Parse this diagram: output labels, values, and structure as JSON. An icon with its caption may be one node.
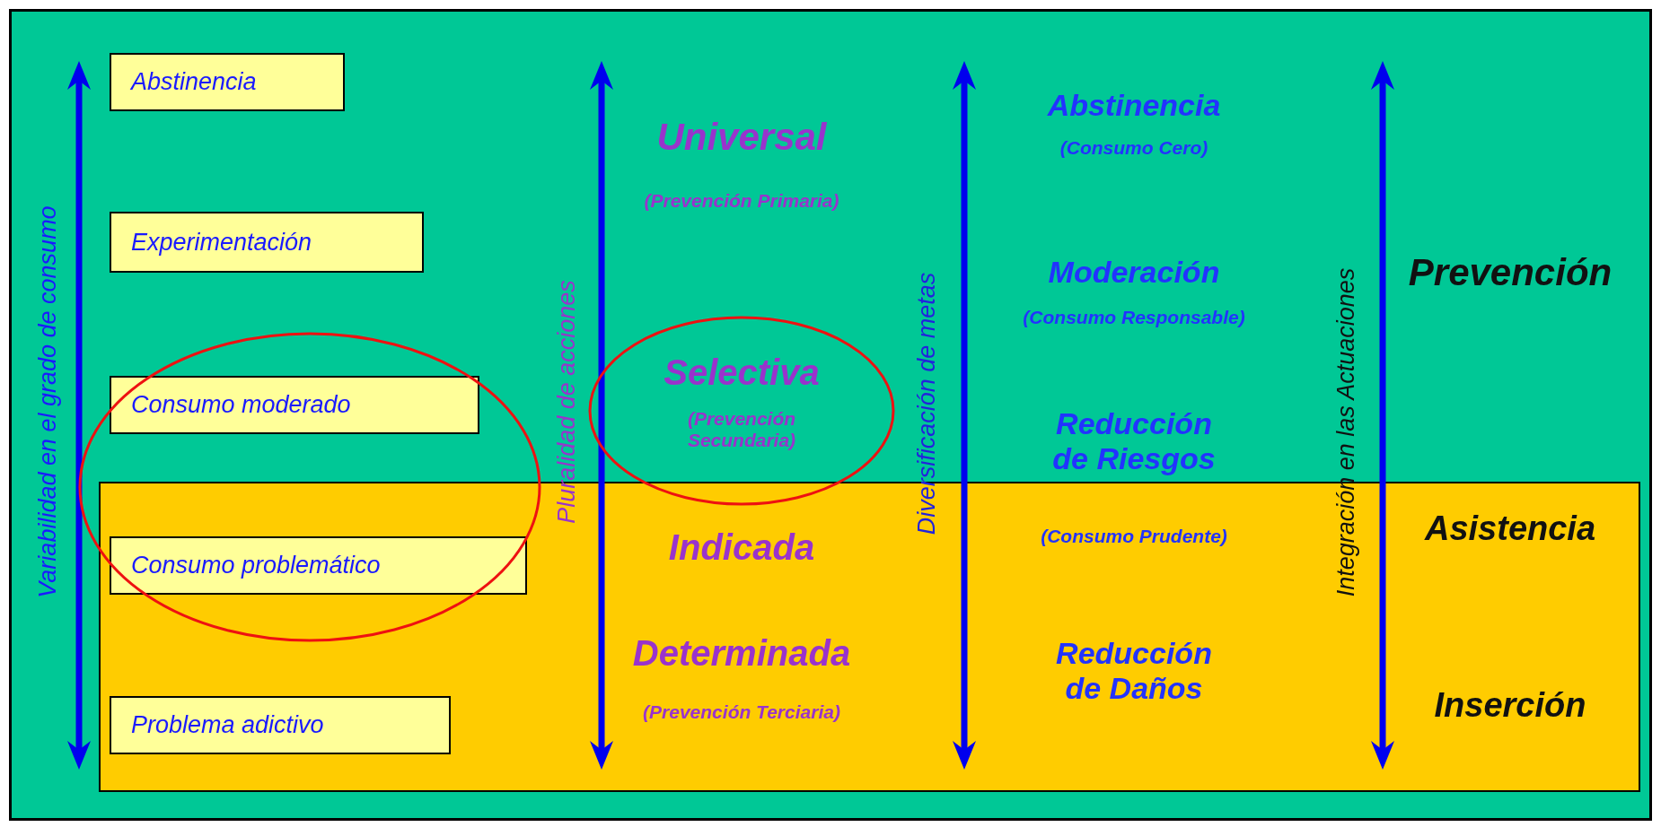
{
  "diagram": {
    "nodes": [
      {
        "text": [
          "Abstinencia"
        ]
      },
      {
        "text": [
          "Experimentación"
        ]
      },
      {
        "text": [
          "Consumo moderado"
        ]
      },
      {
        "text": [
          "Consumo problemático"
        ]
      },
      {
        "text": [
          "Problema adictivo"
        ]
      }
    ],
    "labels": [
      "Variabilidad en el grado de consumo",
      "Universal",
      "(Prevención Primaria)",
      "Selectiva",
      "(Prevención Secundaria)",
      "Indicada",
      "Determinada",
      "(Prevención Terciaria)",
      "Pluralidad de acciones",
      "Abstinencia",
      "(Consumo Cero)",
      "Moderación",
      "(Consumo Responsable)",
      "Reducción de Riesgos",
      "(Consumo Prudente)",
      "Reducción de Daños",
      "Diversificación de metas",
      "Integración en las Actuaciones",
      "Prevención",
      "Asistencia",
      "Inserción"
    ]
  }
}
